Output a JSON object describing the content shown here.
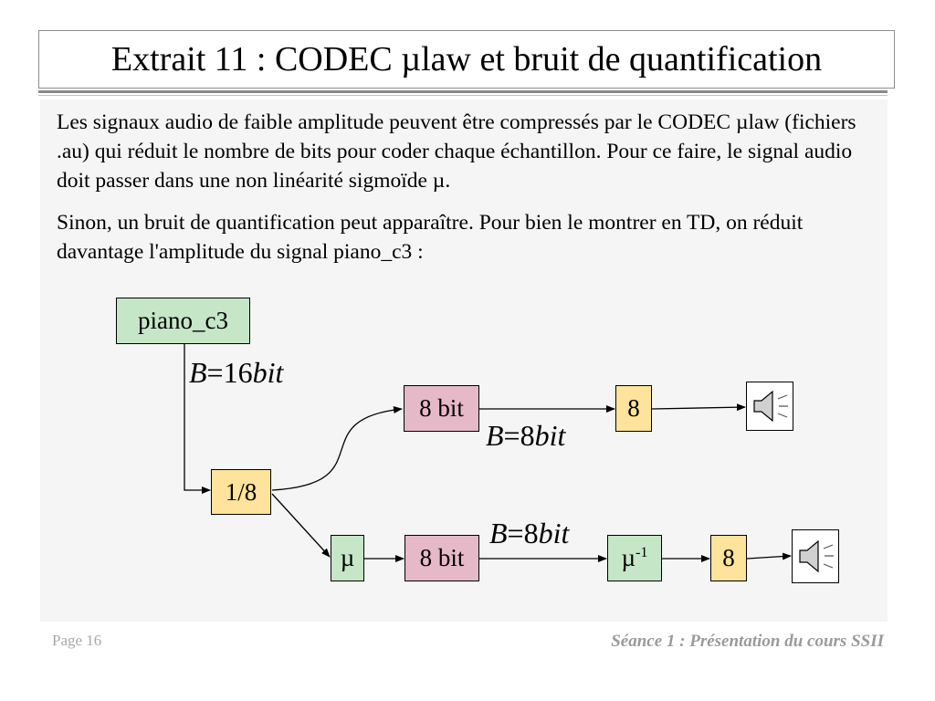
{
  "slide": {
    "title": "Extrait 11 : CODEC µlaw et bruit de quantification",
    "paragraphs": [
      "Les signaux audio de faible amplitude peuvent être compressés par le CODEC µlaw (fichiers .au) qui réduit le nombre de bits pour coder chaque échantillon. Pour ce faire, le signal audio doit passer dans une non linéarité sigmoïde µ.",
      "Sinon, un bruit de quantification peut apparaître. Pour bien le montrer en TD, on réduit davantage l'amplitude du signal piano_c3 :"
    ]
  },
  "diagram": {
    "source_label": "piano_c3",
    "divider_label": "1/8",
    "top_path": {
      "quantizer": "8 bit",
      "output": "8"
    },
    "bottom_path": {
      "mu": "µ",
      "quantizer": "8 bit",
      "inverse_mu_base": "µ",
      "inverse_mu_exp": "-1",
      "output": "8"
    },
    "eq_source": {
      "var": "B",
      "eq": "=",
      "num": "16",
      "unit": "bit"
    },
    "eq_top": {
      "var": "B",
      "eq": "=",
      "num": "8",
      "unit": "bit"
    },
    "eq_bottom": {
      "var": "B",
      "eq": "=",
      "num": "8",
      "unit": "bit"
    },
    "speaker_icons": [
      "speaker-icon",
      "speaker-icon"
    ]
  },
  "footer": {
    "page": "Page 16",
    "course": "Séance 1 : Présentation du cours SSII"
  },
  "colors": {
    "green_box": "#c6e6c8",
    "pink_box": "#e6b9c8",
    "yellow_box": "#fde39b",
    "content_bg": "#f5f5f5"
  }
}
